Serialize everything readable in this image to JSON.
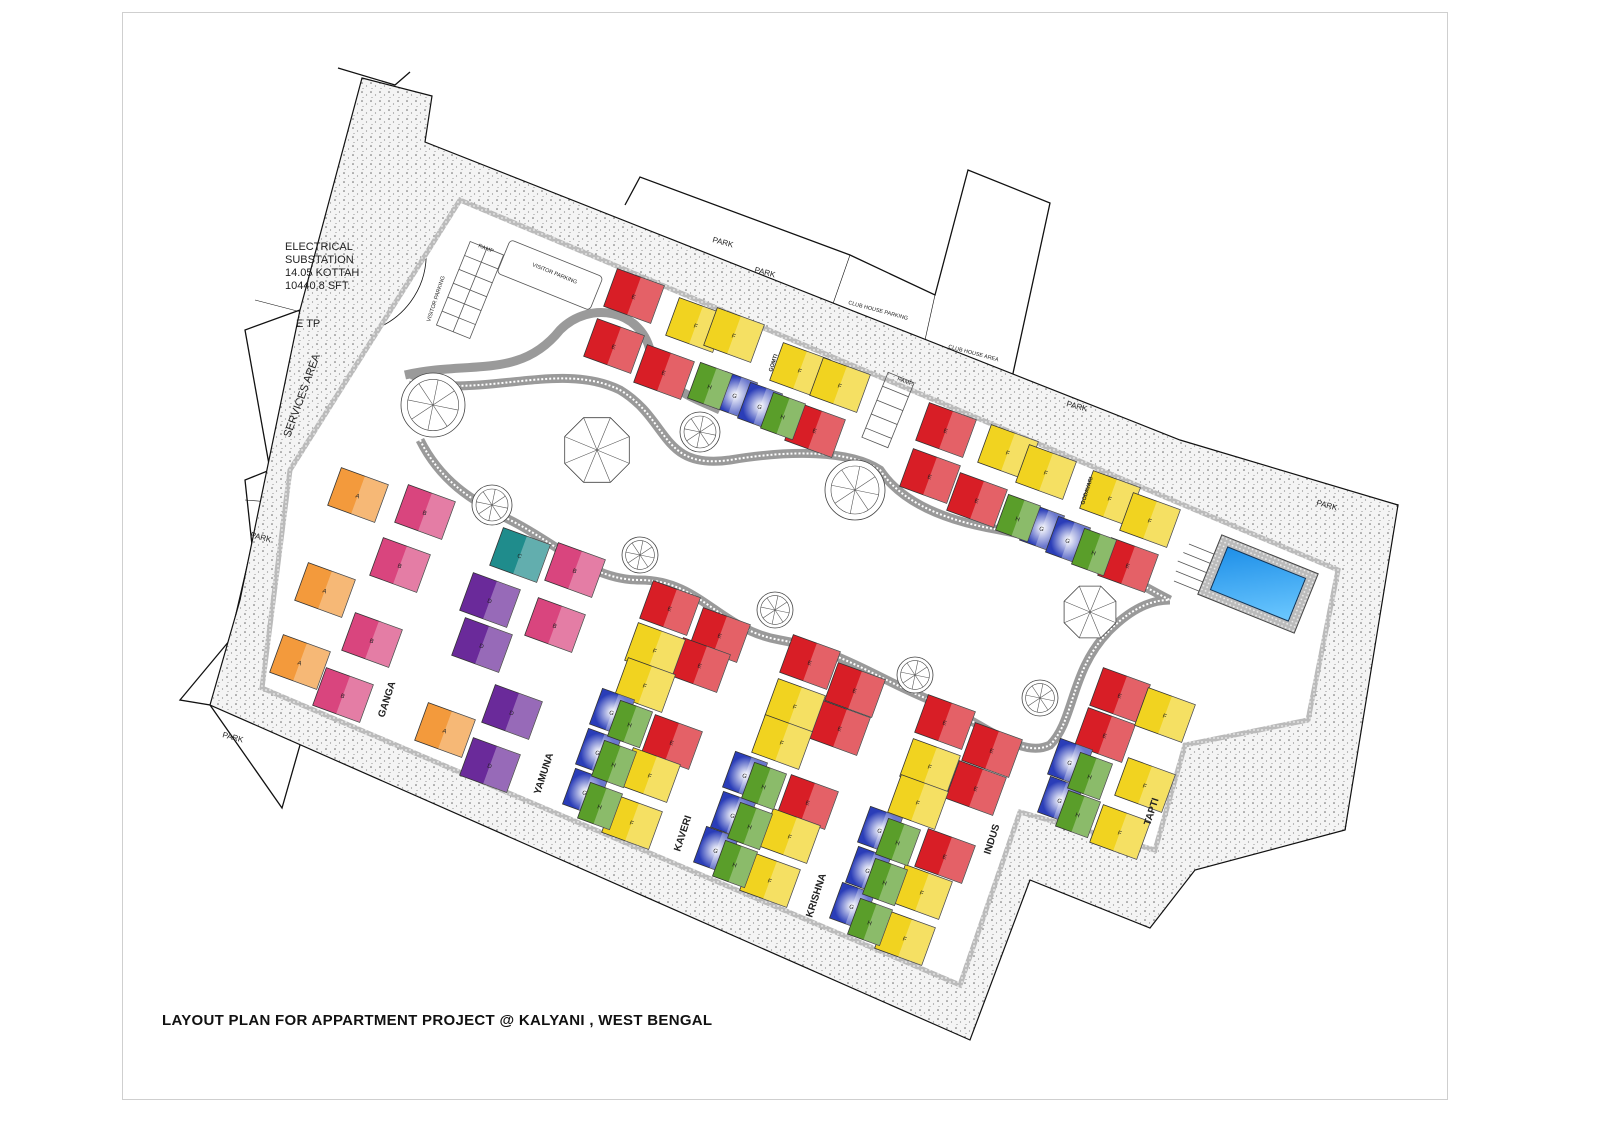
{
  "title": "LAYOUT PLAN FOR APPARTMENT PROJECT @ KALYANI , WEST BENGAL",
  "substation": {
    "line1": "ELECTRICAL",
    "line2": "SUBSTATION",
    "line3": "14.05 KOTTAH",
    "line4": "10440.8 SFT."
  },
  "areas": {
    "etp": "E TP",
    "services": "SERVICES AREA",
    "park": "PARK",
    "club_house_parking": "CLUB HOUSE PARKING",
    "club_house_area": "CLUB HOUSE AREA",
    "visitor_parking": "VISITOR PARKING",
    "ramp": "RAMP"
  },
  "blocks": {
    "ganga": "GANGA",
    "yamuna": "YAMUNA",
    "kaveri": "KAVERI",
    "krishna": "KRISHNA",
    "indus": "INDUS",
    "tapti": "TAPTI",
    "gomti": "GOMTI",
    "godavari": "GODAVARI"
  },
  "unit_types": {
    "A": "A",
    "B": "B",
    "C": "C",
    "D": "D",
    "E": "E",
    "F": "F",
    "G": "G",
    "H": "H"
  },
  "colors": {
    "A": "#f39a3c",
    "B": "#d9457e",
    "C": "#1f8c8c",
    "D": "#6a2a9a",
    "E": "#d81e26",
    "F": "#f1d320",
    "G": "#2a3db8",
    "H": "#5a9e2a",
    "pool": "#2aa0f0"
  }
}
